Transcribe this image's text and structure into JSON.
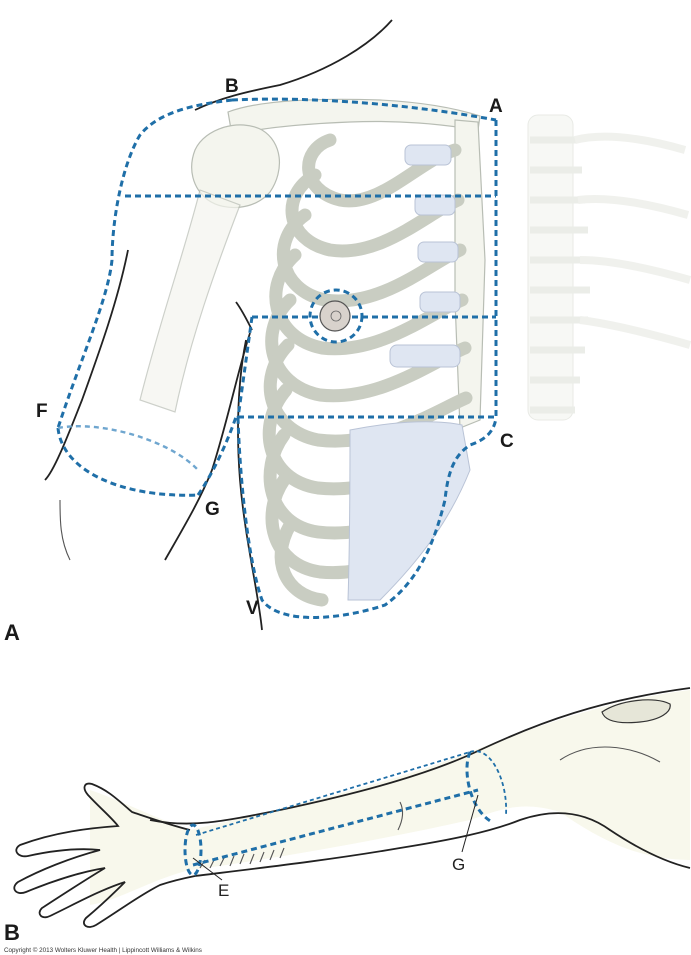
{
  "figure": {
    "panel_a": {
      "panel_label": "A",
      "points": {
        "a": "A",
        "b": "B",
        "c": "C",
        "f": "F",
        "g": "G",
        "v": "V"
      }
    },
    "panel_b": {
      "panel_label": "B",
      "points": {
        "e": "E",
        "g": "G"
      }
    },
    "copyright": "Copyright © 2013 Wolters Kluwer Health | Lippincott Williams & Wilkins"
  },
  "colors": {
    "dashed_boundary": "#1f6fa8",
    "light_boundary": "#6fa6cf",
    "cartilage": "#dfe6f2",
    "bone": "#f4f5ee"
  }
}
